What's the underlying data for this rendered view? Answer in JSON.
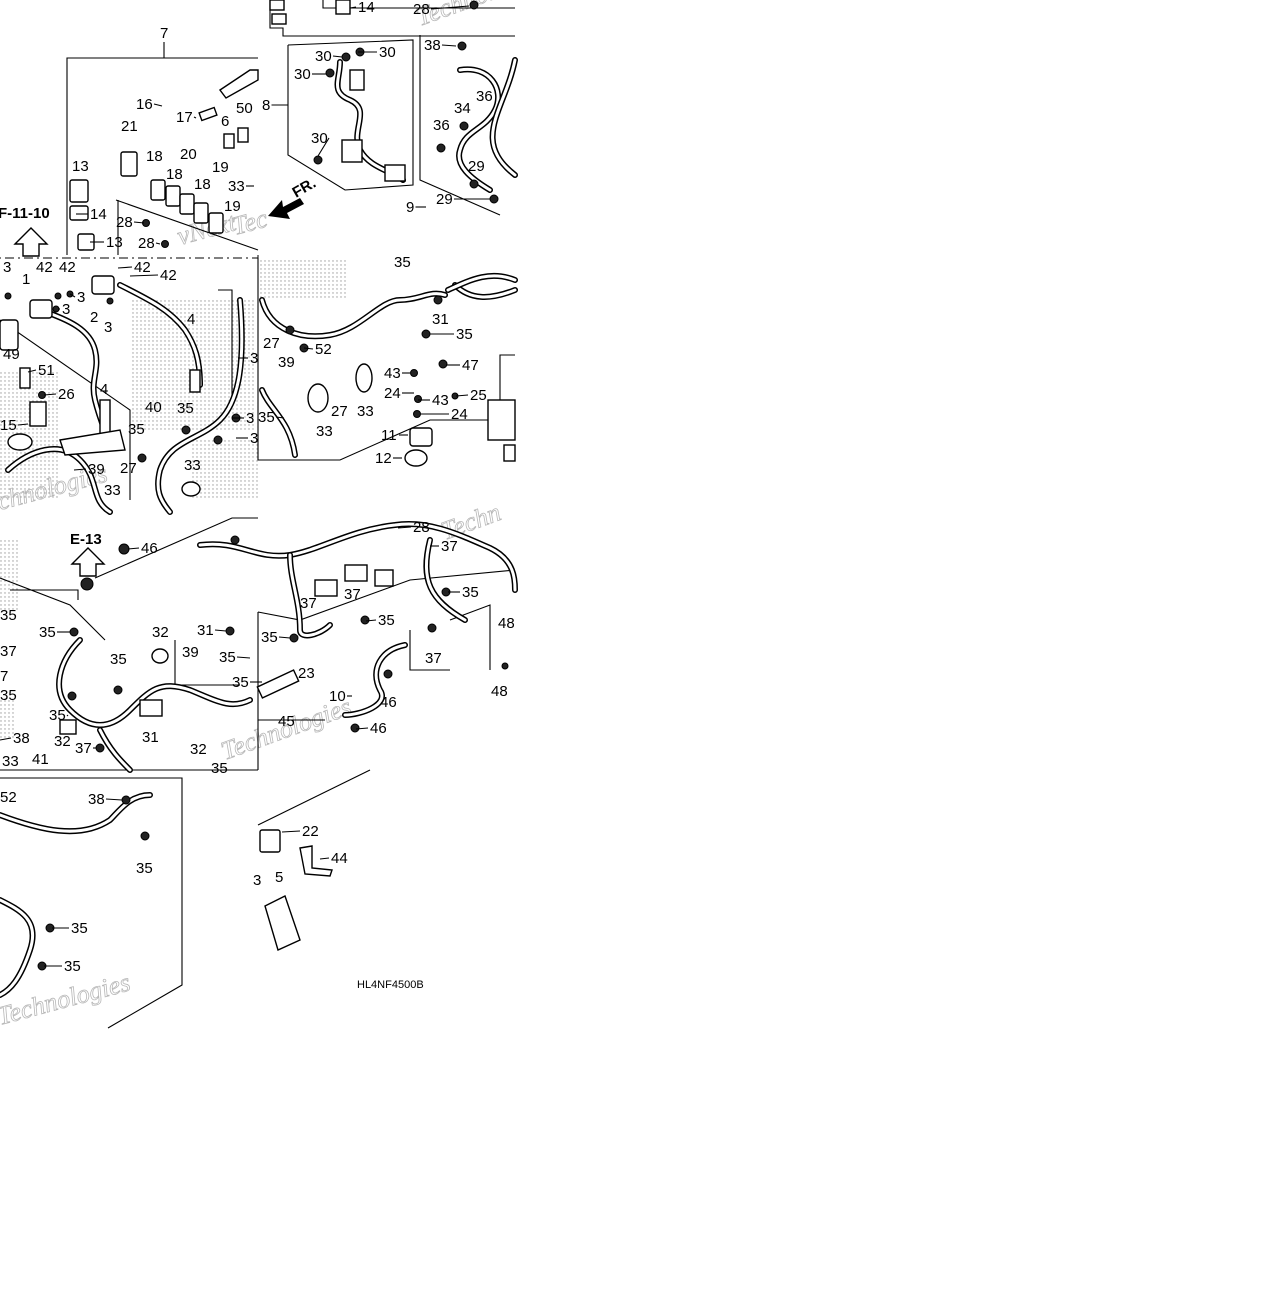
{
  "diagram": {
    "drawing_code": "HL4NF4500B",
    "reference_labels": [
      "F-11-10",
      "E-13"
    ],
    "direction_label": "FR.",
    "watermark_words": [
      "Technologies",
      "vNext",
      "Tec",
      "Techn",
      "chnologies"
    ],
    "part_numbers": [
      "1",
      "2",
      "3",
      "4",
      "5",
      "6",
      "7",
      "8",
      "9",
      "10",
      "11",
      "12",
      "13",
      "14",
      "15",
      "16",
      "17",
      "18",
      "19",
      "20",
      "21",
      "22",
      "23",
      "24",
      "25",
      "26",
      "27",
      "28",
      "29",
      "30",
      "31",
      "32",
      "33",
      "34",
      "35",
      "36",
      "37",
      "38",
      "39",
      "40",
      "41",
      "42",
      "43",
      "44",
      "45",
      "46",
      "47",
      "48",
      "49",
      "50",
      "51",
      "52"
    ]
  },
  "icons": {
    "reference_arrow": "up-arrow-outline-icon",
    "front_arrow": "front-direction-arrow-icon"
  },
  "colors": {
    "ink": "#000000",
    "paper": "#ffffff",
    "watermark": "#b8b8b8",
    "halftone": "#9a9a9a"
  }
}
